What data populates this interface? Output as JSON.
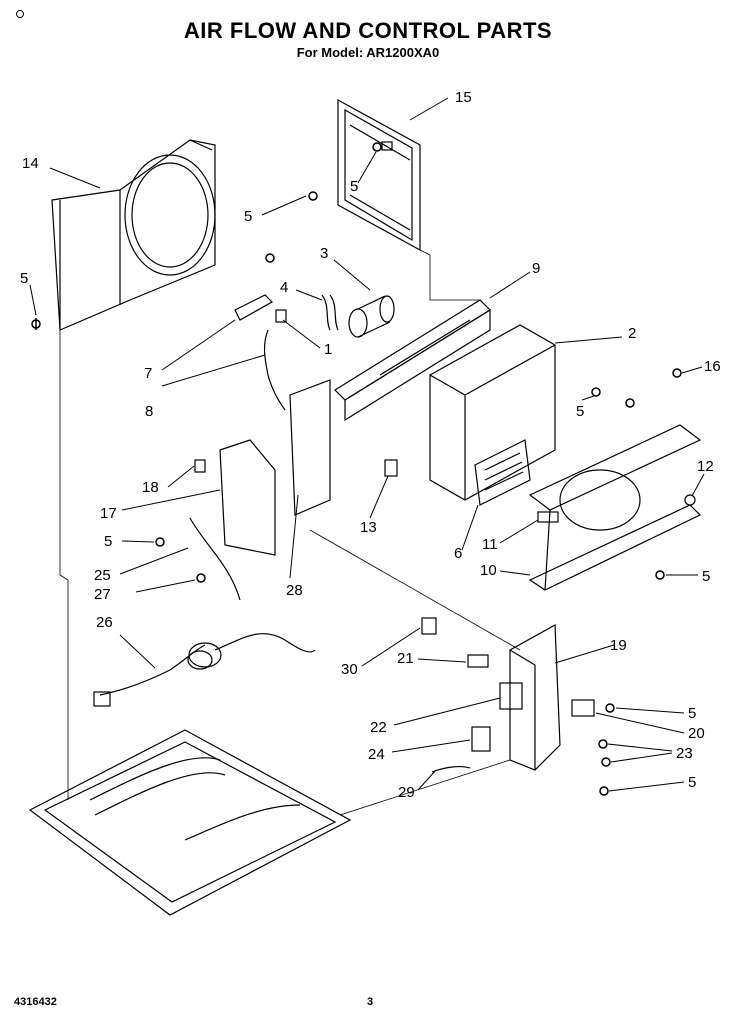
{
  "title": "AIR FLOW AND CONTROL PARTS",
  "subtitle": "For Model: AR1200XA0",
  "doc_number": "4316432",
  "page_number": "3",
  "callouts": [
    {
      "id": "c15",
      "label": "15"
    },
    {
      "id": "c14",
      "label": "14"
    },
    {
      "id": "c5a",
      "label": "5"
    },
    {
      "id": "c5b",
      "label": "5"
    },
    {
      "id": "c5c",
      "label": "5"
    },
    {
      "id": "c3",
      "label": "3"
    },
    {
      "id": "c9",
      "label": "9"
    },
    {
      "id": "c4",
      "label": "4"
    },
    {
      "id": "c1",
      "label": "1"
    },
    {
      "id": "c2",
      "label": "2"
    },
    {
      "id": "c16",
      "label": "16"
    },
    {
      "id": "c7",
      "label": "7"
    },
    {
      "id": "c8",
      "label": "8"
    },
    {
      "id": "c5d",
      "label": "5"
    },
    {
      "id": "c12",
      "label": "12"
    },
    {
      "id": "c18",
      "label": "18"
    },
    {
      "id": "c17",
      "label": "17"
    },
    {
      "id": "c13",
      "label": "13"
    },
    {
      "id": "c5e",
      "label": "5"
    },
    {
      "id": "c6",
      "label": "6"
    },
    {
      "id": "c11",
      "label": "11"
    },
    {
      "id": "c25",
      "label": "25"
    },
    {
      "id": "c10",
      "label": "10"
    },
    {
      "id": "c5f",
      "label": "5"
    },
    {
      "id": "c27",
      "label": "27"
    },
    {
      "id": "c28",
      "label": "28"
    },
    {
      "id": "c26",
      "label": "26"
    },
    {
      "id": "c19",
      "label": "19"
    },
    {
      "id": "c30",
      "label": "30"
    },
    {
      "id": "c21",
      "label": "21"
    },
    {
      "id": "c22",
      "label": "22"
    },
    {
      "id": "c5g",
      "label": "5"
    },
    {
      "id": "c20",
      "label": "20"
    },
    {
      "id": "c24",
      "label": "24"
    },
    {
      "id": "c23",
      "label": "23"
    },
    {
      "id": "c29",
      "label": "29"
    },
    {
      "id": "c5h",
      "label": "5"
    }
  ]
}
